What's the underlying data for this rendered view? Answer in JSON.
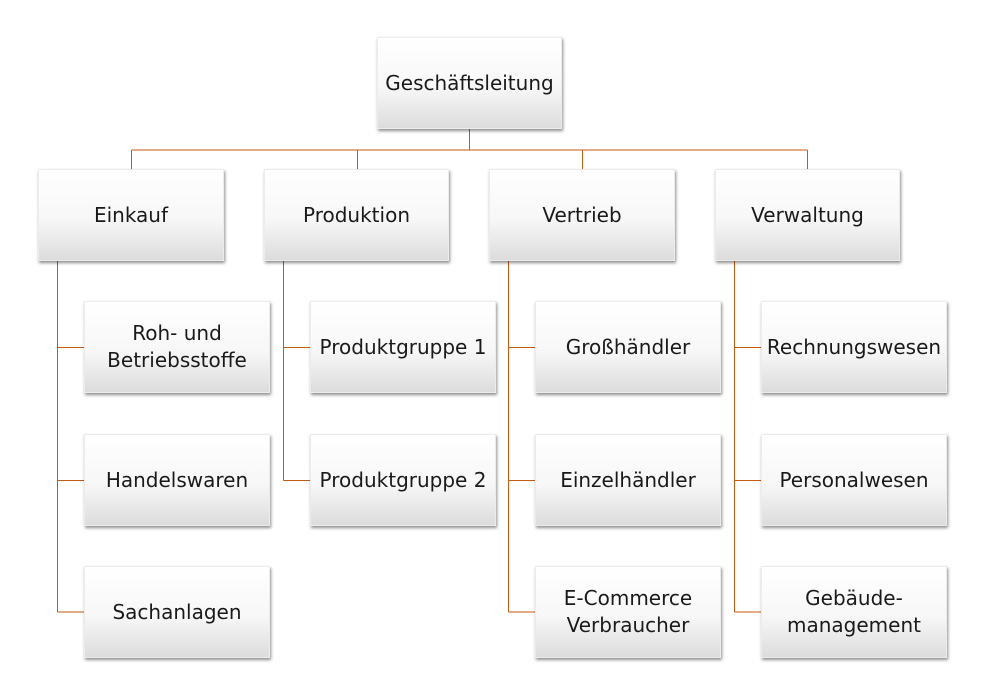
{
  "org_chart": {
    "root": {
      "label": "Geschäftsleitung"
    },
    "departments": [
      {
        "label": "Einkauf",
        "children": [
          {
            "label": "Roh- und\nBetriebsstoffe"
          },
          {
            "label": "Handelswaren"
          },
          {
            "label": "Sachanlagen"
          }
        ]
      },
      {
        "label": "Produktion",
        "children": [
          {
            "label": "Produktgruppe 1"
          },
          {
            "label": "Produktgruppe 2"
          }
        ]
      },
      {
        "label": "Vertrieb",
        "children": [
          {
            "label": "Großhändler"
          },
          {
            "label": "Einzelhändler"
          },
          {
            "label": "E-Commerce\nVerbraucher"
          }
        ]
      },
      {
        "label": "Verwaltung",
        "children": [
          {
            "label": "Rechnungswesen"
          },
          {
            "label": "Personalwesen"
          },
          {
            "label": "Gebäude-\nmanagement"
          }
        ]
      }
    ]
  },
  "colors": {
    "connector": "#c55a11",
    "node_text": "#1a1a1a",
    "background": "#ffffff"
  }
}
